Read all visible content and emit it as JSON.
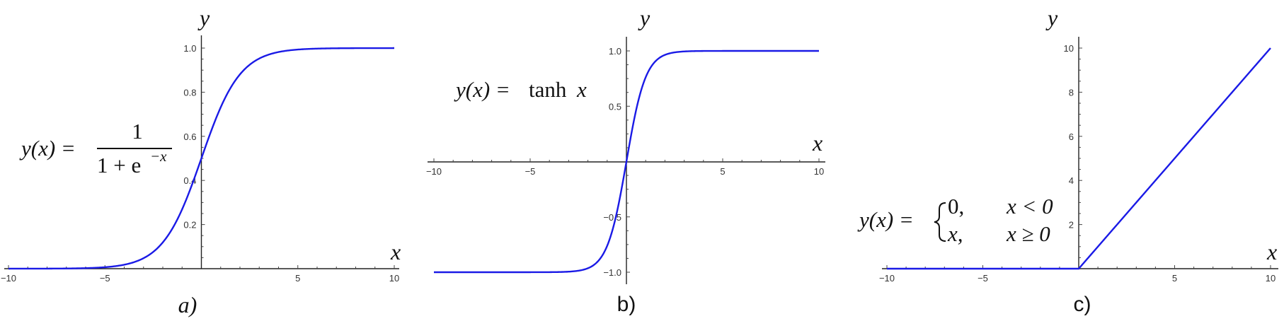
{
  "chart_data": [
    {
      "type": "line",
      "panel_label": "a)",
      "function": "sigmoid",
      "xlabel": "x",
      "ylabel": "y",
      "xlim": [
        -10,
        10
      ],
      "ylim": [
        0,
        1.0
      ],
      "x_ticks": [
        -10,
        -5,
        5,
        10
      ],
      "x_tick_labels": [
        "−10",
        "−5",
        "5",
        "10"
      ],
      "y_ticks": [
        0.2,
        0.4,
        0.6,
        0.8,
        1.0
      ],
      "y_tick_labels": [
        "0.2",
        "0.4",
        "0.6",
        "0.8",
        "1.0"
      ],
      "formula": {
        "lhs": "y(x) =",
        "numerator": "1",
        "denominator": "1 + e",
        "superscript": "−x"
      },
      "grid": false,
      "color": "#1a1ae6"
    },
    {
      "type": "line",
      "panel_label": "b)",
      "function": "tanh",
      "xlabel": "x",
      "ylabel": "y",
      "xlim": [
        -10,
        10
      ],
      "ylim": [
        -1.0,
        1.0
      ],
      "x_ticks": [
        -10,
        -5,
        5,
        10
      ],
      "x_tick_labels": [
        "−10",
        "−5",
        "5",
        "10"
      ],
      "y_ticks": [
        -1.0,
        -0.5,
        0.5,
        1.0
      ],
      "y_tick_labels": [
        "−1.0",
        "−0.5",
        "0.5",
        "1.0"
      ],
      "formula": {
        "lhs": "y(x) =",
        "rhs_fn": "tanh",
        "rhs_var": "x"
      },
      "grid": false,
      "color": "#1a1ae6"
    },
    {
      "type": "line",
      "panel_label": "c)",
      "function": "relu",
      "xlabel": "x",
      "ylabel": "y",
      "xlim": [
        -10,
        10
      ],
      "ylim": [
        0,
        10
      ],
      "x_ticks": [
        -10,
        -5,
        5,
        10
      ],
      "x_tick_labels": [
        "−10",
        "−5",
        "5",
        "10"
      ],
      "y_ticks": [
        2,
        4,
        6,
        8,
        10
      ],
      "y_tick_labels": [
        "2",
        "4",
        "6",
        "8",
        "10"
      ],
      "formula": {
        "lhs": "y(x) =",
        "case1_value": "0,",
        "case1_cond": "x < 0",
        "case2_value": "x,",
        "case2_cond": "x ≥ 0"
      },
      "grid": false,
      "color": "#1a1ae6"
    }
  ]
}
